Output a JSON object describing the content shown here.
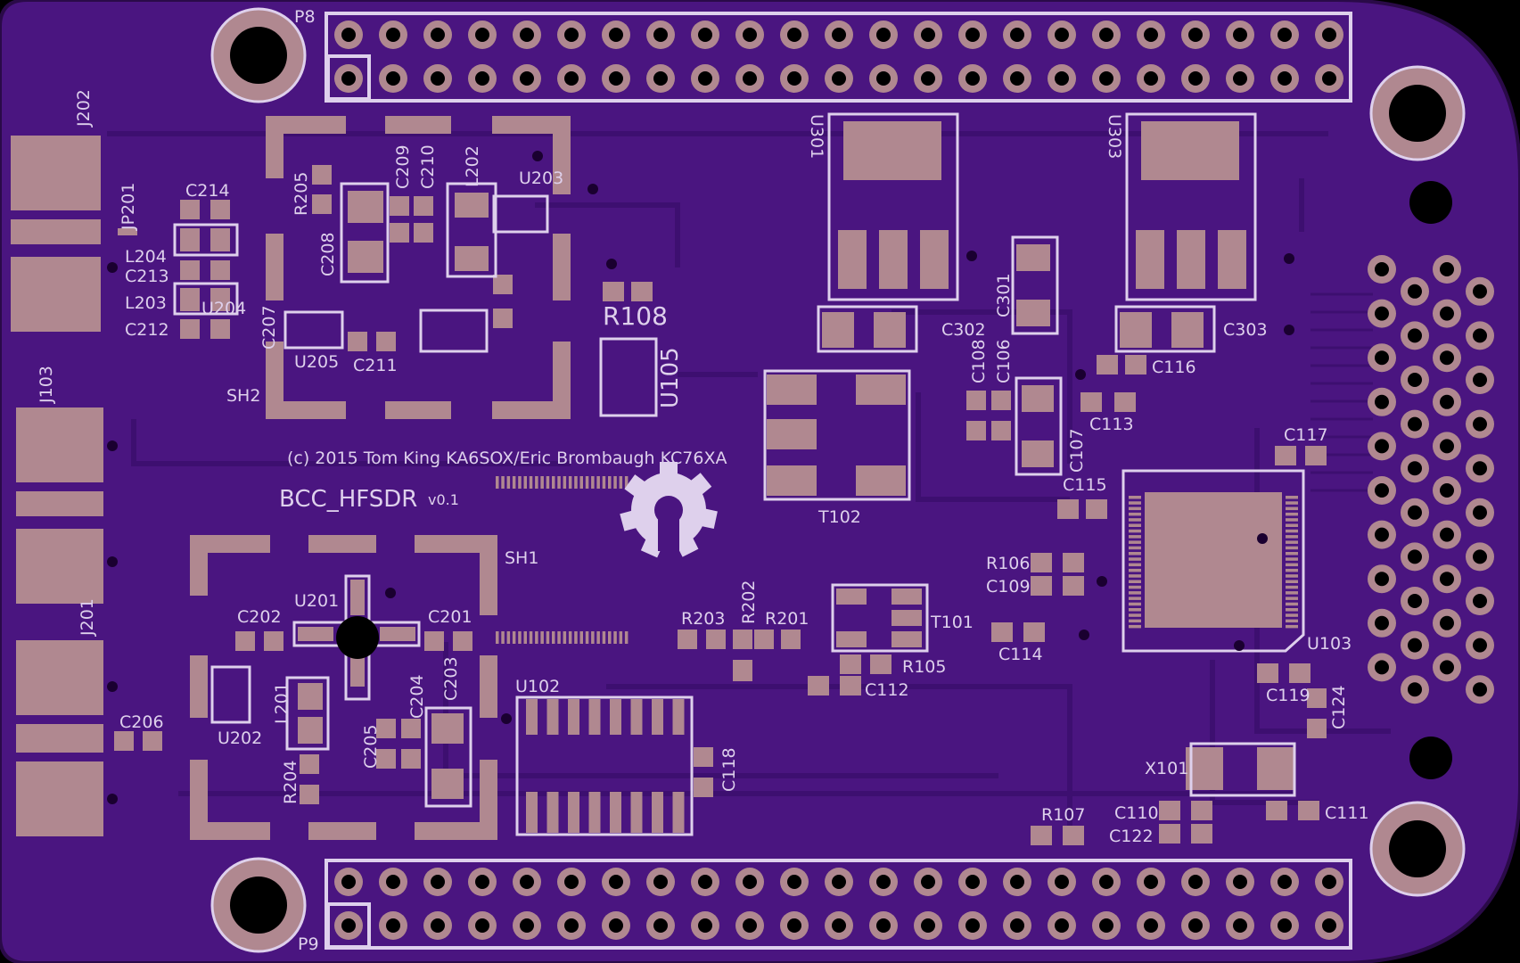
{
  "board": {
    "colors": {
      "substrate": "#4a1580",
      "trace": "#3d0f70",
      "pad": "#b08890",
      "silk": "#ded0ec",
      "hole": "#000000"
    },
    "title": "BCC_HFSDR",
    "version": "v0.1",
    "credit": "(c) 2015 Tom King KA6SOX/Eric Brombaugh KC76XA",
    "logo": "open-source-hardware-gear-icon"
  },
  "labels": {
    "p8": "P8",
    "p9": "P9",
    "j202": "J202",
    "j103": "J103",
    "j201": "J201",
    "jp201": "JP201",
    "c214": "C214",
    "l204": "L204",
    "c213": "C213",
    "l203": "L203",
    "c212": "C212",
    "u204": "U204",
    "r205": "R205",
    "c209": "C209",
    "c210": "C210",
    "l202": "L202",
    "u203": "U203",
    "c208": "C208",
    "c207": "C207",
    "u205": "U205",
    "c211": "C211",
    "sh2": "SH2",
    "r108": "R108",
    "u105": "U105",
    "u301": "U301",
    "u303": "U303",
    "c301": "C301",
    "c302": "C302",
    "c303": "C303",
    "c116": "C116",
    "c108": "C108",
    "c106": "C106",
    "c113": "C113",
    "c107": "C107",
    "c115": "C115",
    "c117": "C117",
    "t102": "T102",
    "sh1": "SH1",
    "u201": "U201",
    "c202": "C202",
    "c201": "C201",
    "r203": "R203",
    "r202": "R202",
    "r201": "R201",
    "t101": "T101",
    "r105": "R105",
    "r106": "R106",
    "c109": "C109",
    "c114": "C114",
    "c112": "C112",
    "u103": "U103",
    "c119": "C119",
    "c124": "C124",
    "u102": "U102",
    "c118": "C118",
    "x101": "X101",
    "r107": "R107",
    "c110": "C110",
    "c122": "C122",
    "c111": "C111",
    "c206": "C206",
    "u202": "U202",
    "l201": "L201",
    "c204": "C204",
    "c203": "C203",
    "c205": "C205",
    "r204": "R204"
  }
}
